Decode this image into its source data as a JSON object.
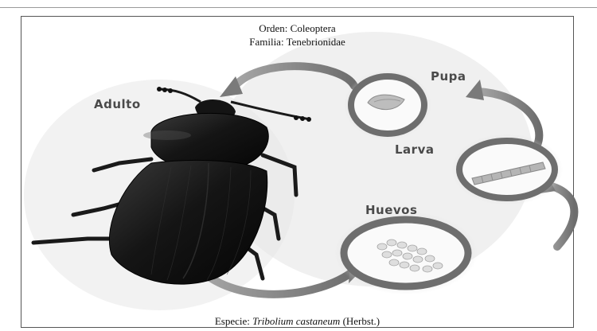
{
  "header": {
    "order": "Orden: Coleoptera",
    "family": "Familia: Tenebrionidae"
  },
  "stages": {
    "adult": "Adulto",
    "pupa": "Pupa",
    "larva": "Larva",
    "eggs": "Huevos"
  },
  "footer": {
    "prefix": "Especie: ",
    "species": "Tribolium castaneum",
    "author": " (Herbst.)"
  }
}
